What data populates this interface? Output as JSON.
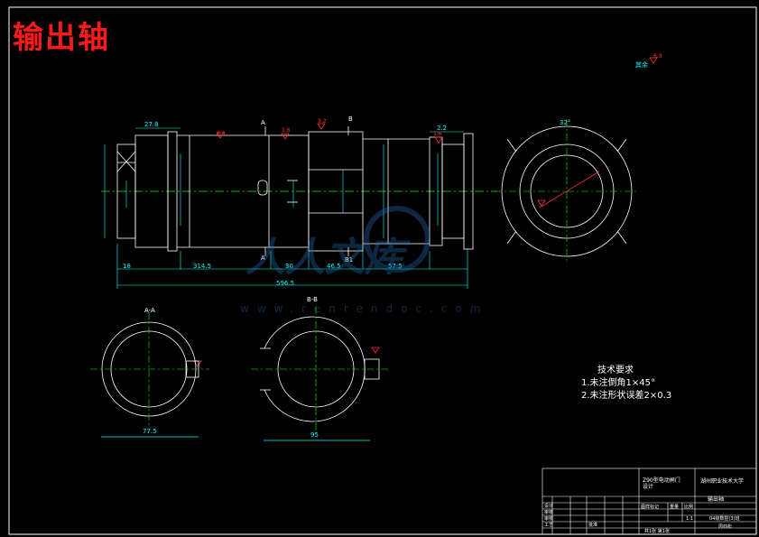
{
  "title": "输出轴",
  "labels": {
    "sec_a": "A",
    "sec_b": "B",
    "sec_b1": "B1",
    "view_aa": "A-A",
    "view_bb": "B-B",
    "total_length": "596.5",
    "dim_314": "314.5",
    "dim_left": "18",
    "dim_30": "30",
    "dim_46": "46.5",
    "dim_57": "57.5",
    "dim_27": "27.8",
    "dim_22": "2.2",
    "dim_aa": "77.5",
    "dim_bb": "95",
    "end_angle": "32°",
    "other_surface": "其余",
    "ra_1": "6.3",
    "ra_2": "1.6",
    "ra_3": "3.2",
    "ra_4": "1.6",
    "ra_5": "6.3"
  },
  "tech_requirements": {
    "heading": "技术要求",
    "items": [
      "1.未注倒角1×45°",
      "2.未注形状误差2×0.3"
    ]
  },
  "title_block": {
    "project": "Z90型电动闸门",
    "project_sub": "设计",
    "school": "湖州职业技术大学",
    "part_name": "输出轴",
    "stage_mark": "图样标记",
    "weight": "重量",
    "scale_label": "比例",
    "scale": "1:1",
    "sheets": "共1张  第1张",
    "class_name": "04级数控(3)班",
    "code": "周劲松",
    "row_design": "设计",
    "row_check": "审核",
    "row_review": "审核",
    "row_process": "工艺",
    "approve": "批准"
  },
  "watermark": {
    "text": "人人文库",
    "url": "www.renrendoc.com"
  }
}
